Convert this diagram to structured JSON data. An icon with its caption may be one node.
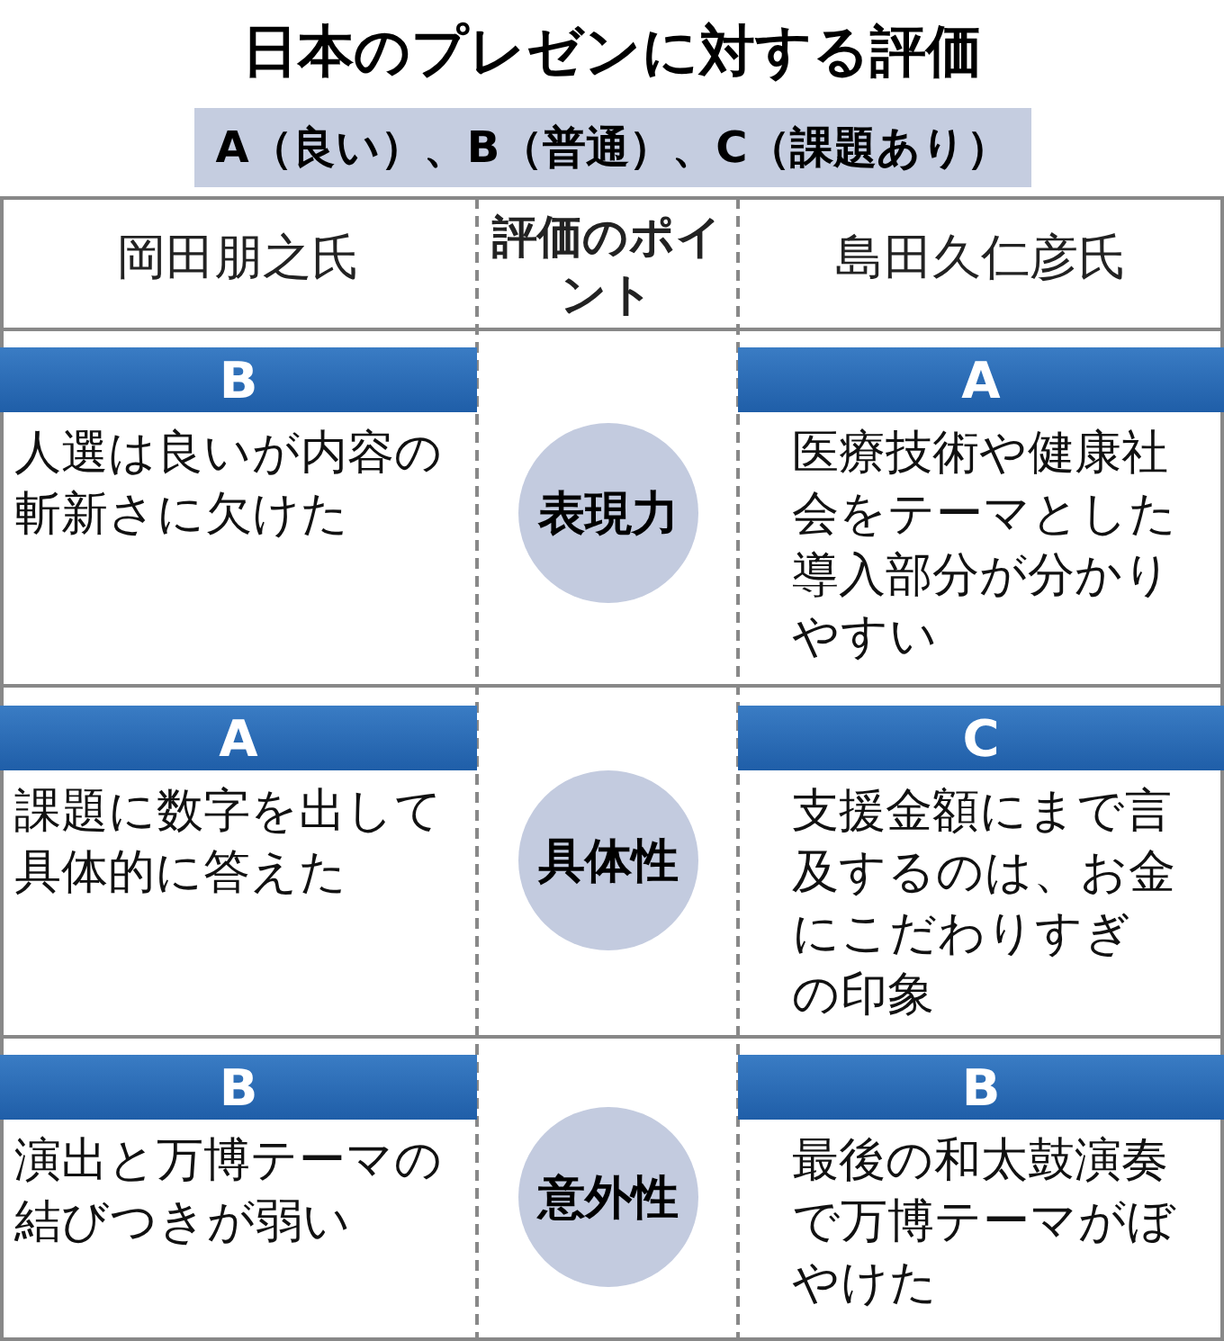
{
  "diagram": {
    "title": "日本のプレゼンに対する評価",
    "nodes": [
      {
        "text": [
          "A（良い）、B（普通）、C（課題あり）"
        ]
      },
      {
        "text": [
          "B"
        ],
        "beside": [
          "人選は良いが内容の斬新さに欠けた"
        ]
      },
      {
        "text": [
          "A"
        ],
        "beside": [
          "医療技術や健康社会をテーマとした導入部分が分かりやすい"
        ]
      },
      {
        "text": [
          "表現力"
        ]
      },
      {
        "text": [
          "A"
        ],
        "beside": [
          "課題に数字を出して具体的に答えた"
        ]
      },
      {
        "text": [
          "C"
        ],
        "beside": [
          "支援金額にまで言及するのは、お金にこだわりすぎの印象"
        ]
      },
      {
        "text": [
          "具体性"
        ]
      },
      {
        "text": [
          "B"
        ],
        "beside": [
          "演出と万博テーマの結びつきが弱い"
        ]
      },
      {
        "text": [
          "B"
        ],
        "beside": [
          "最後の和太鼓演奏で万博テーマがぼやけた"
        ]
      },
      {
        "text": [
          "意外性"
        ]
      }
    ],
    "edges": [],
    "labels": [
      "岡田朋之氏",
      "評価のポイント",
      "島田久仁彦氏"
    ]
  }
}
